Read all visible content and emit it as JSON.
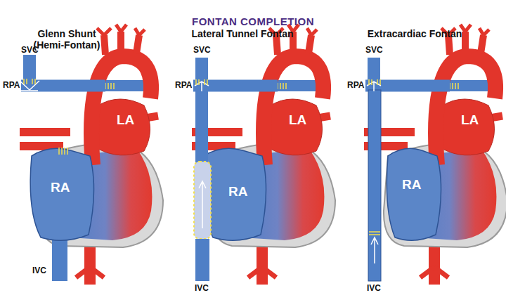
{
  "diagram": {
    "title": "FONTAN COMPLETION",
    "labels": [
      "Glenn Shunt (Hemi-Fontan)",
      "Lateral Tunnel Fontan",
      "Extracardiac Fontan",
      "SVC",
      "RPA",
      "LA",
      "RA",
      "IVC",
      "SVC",
      "RPA",
      "LA",
      "RA",
      "IVC",
      "SVC",
      "RPA",
      "LA",
      "RA",
      "IVC"
    ]
  }
}
